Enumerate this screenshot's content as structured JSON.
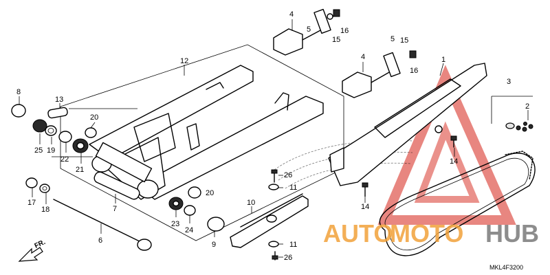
{
  "diagram_code": "MKL4F3200",
  "front_indicator": "FR.",
  "watermark": {
    "part1": "AUTO",
    "part2": "MOTO",
    "part3": "HUB",
    "color_orange": "#f2a23a",
    "color_gray": "#7a7a7a",
    "color_red": "#d9362b"
  },
  "labels": {
    "l1": "1",
    "l2": "2",
    "l3": "3",
    "l4a": "4",
    "l4b": "4",
    "l5a": "5",
    "l5b": "5",
    "l6": "6",
    "l7": "7",
    "l8": "8",
    "l9": "9",
    "l10": "10",
    "l11a": "11",
    "l11b": "11",
    "l12": "12",
    "l13": "13",
    "l14a": "14",
    "l14b": "14",
    "l15a": "15",
    "l15b": "15",
    "l16a": "16",
    "l16b": "16",
    "l17": "17",
    "l18": "18",
    "l19": "19",
    "l20a": "20",
    "l20b": "20",
    "l21": "21",
    "l22": "22",
    "l23": "23",
    "l24": "24",
    "l25": "25",
    "l26a": "26",
    "l26b": "26"
  }
}
